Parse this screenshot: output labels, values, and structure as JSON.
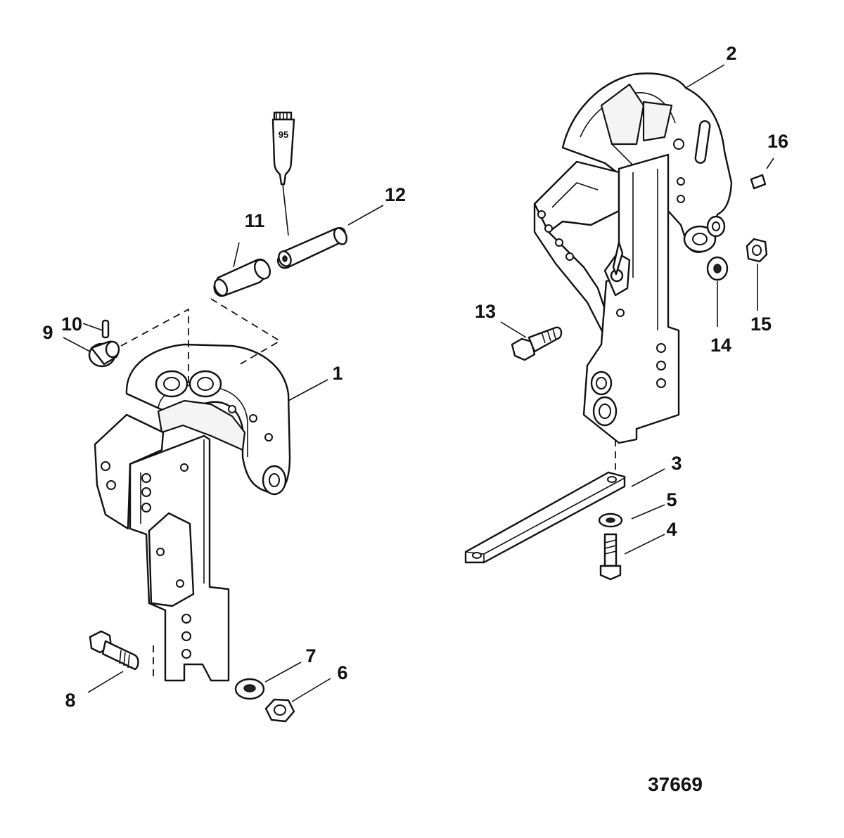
{
  "diagram": {
    "figure_number": "37669",
    "sealant_tube_label": "95",
    "callouts": {
      "c1": "1",
      "c2": "2",
      "c3": "3",
      "c4": "4",
      "c5": "5",
      "c6": "6",
      "c7": "7",
      "c8": "8",
      "c9": "9",
      "c10": "10",
      "c11": "11",
      "c12": "12",
      "c13": "13",
      "c14": "14",
      "c15": "15",
      "c16": "16"
    }
  }
}
